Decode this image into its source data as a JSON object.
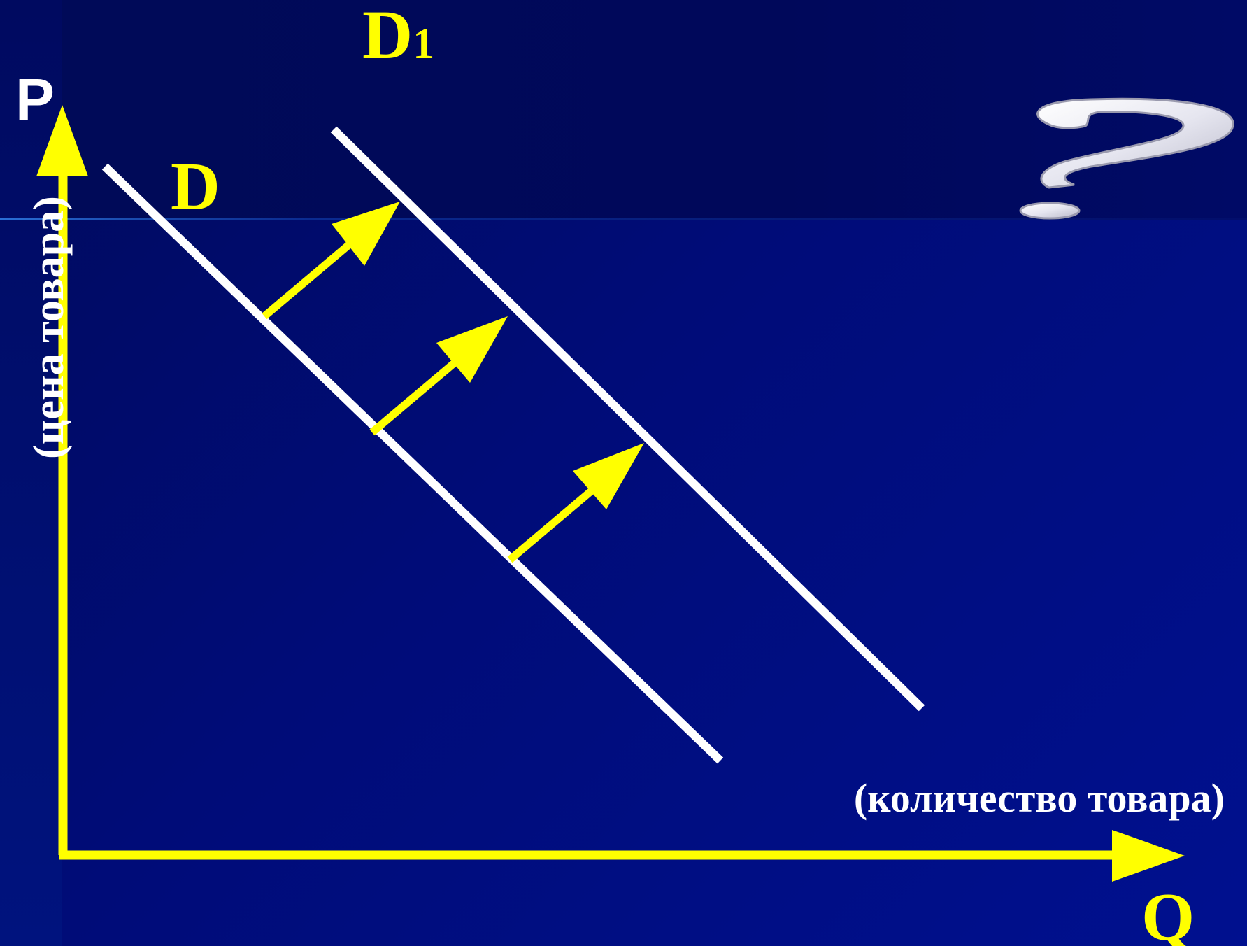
{
  "axes": {
    "y_symbol": "P",
    "y_caption": "(цена товара)",
    "x_symbol": "Q",
    "x_caption": "(количество товара)"
  },
  "curves": {
    "original": "D",
    "shifted_main": "D",
    "shifted_sub": "1"
  },
  "question_mark": "?",
  "colors": {
    "background": "#000c78",
    "axis": "#ffff00",
    "curve": "#ffffff",
    "shift_arrow": "#ffff00",
    "curve_label": "#ffff00",
    "axis_caption": "#ffffff"
  }
}
